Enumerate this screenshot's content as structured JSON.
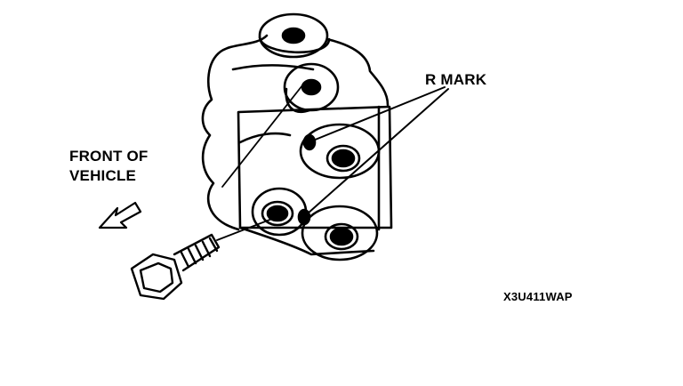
{
  "labels": {
    "front_line1": "FRONT OF",
    "front_line2": "VEHICLE",
    "r_mark": "R MARK",
    "figure_code": "X3U411WAP"
  },
  "colors": {
    "ink": "#000000",
    "background": "#ffffff"
  },
  "icons": {
    "direction": "arrow-down-left-icon"
  }
}
